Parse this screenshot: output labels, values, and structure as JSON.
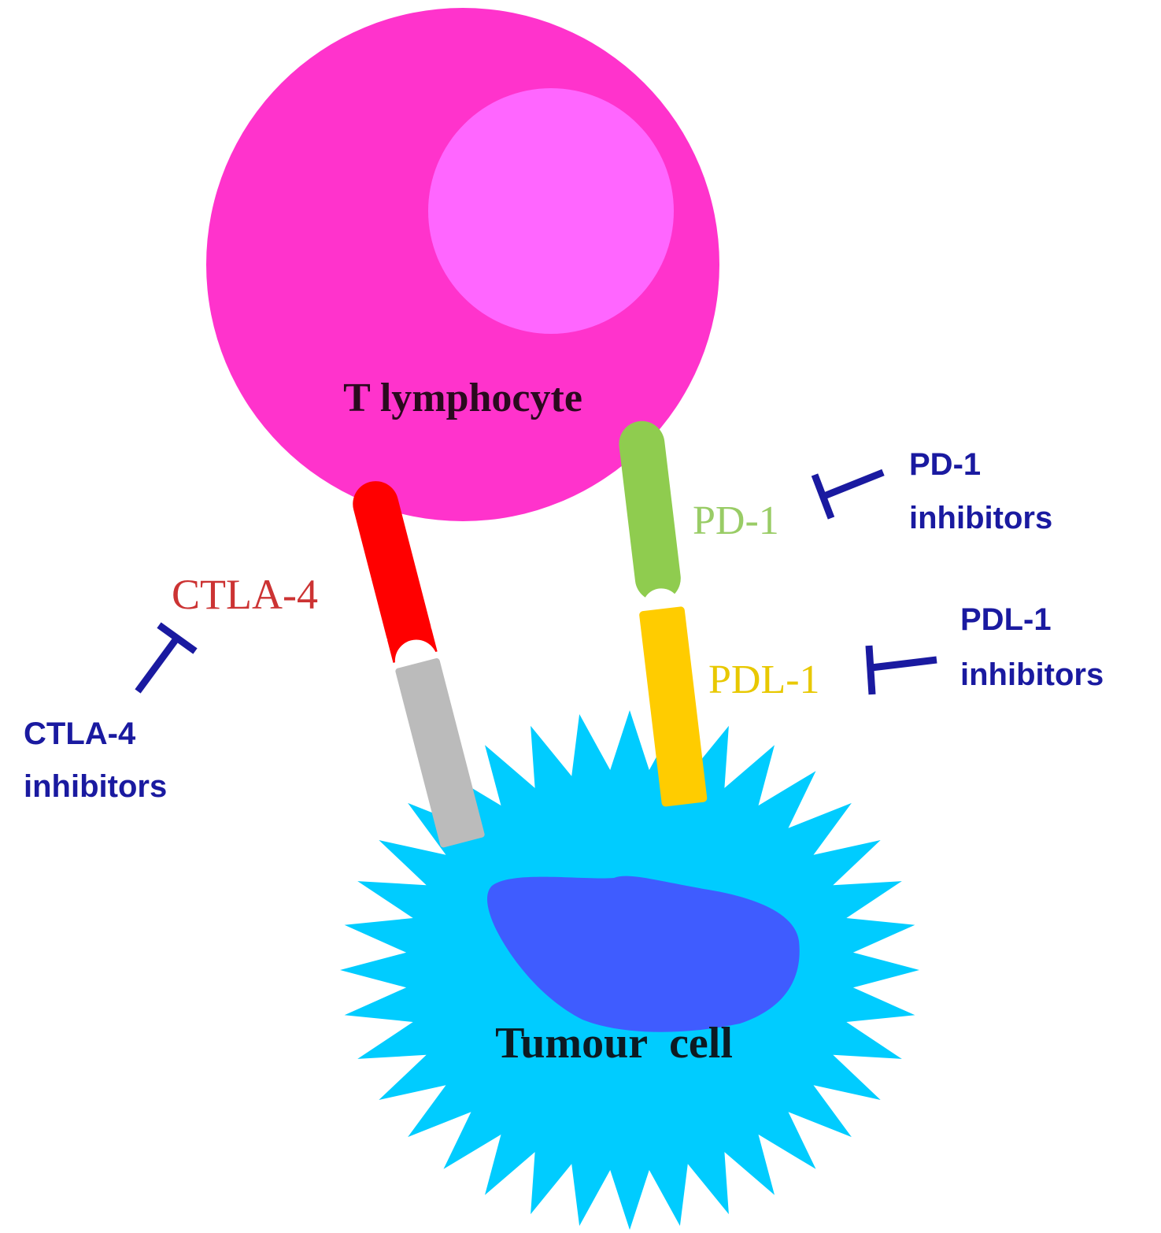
{
  "labels": {
    "t_cell": "T lymphocyte",
    "tumour_cell": "Tumour  cell",
    "ctla4": "CTLA-4",
    "pd1": "PD-1",
    "pdl1": "PDL-1"
  },
  "inhibitors": {
    "ctla4": {
      "line1": "CTLA-4",
      "line2": "inhibitors"
    },
    "pd1": {
      "line1": "PD-1",
      "line2": "inhibitors"
    },
    "pdl1": {
      "line1": "PDL-1",
      "line2": "inhibitors"
    }
  },
  "colors": {
    "t_cell": "#ff33cc",
    "t_nucleus": "#ff66ff",
    "tumour": "#00ccff",
    "tumour_nucleus": "#3f5cff",
    "ctla4": "#ff0000",
    "ctla4_ligand": "#bbbbbb",
    "pd1": "#8fcc4f",
    "pdl1": "#ffcc00",
    "inhibitor": "#1a1aa0"
  }
}
